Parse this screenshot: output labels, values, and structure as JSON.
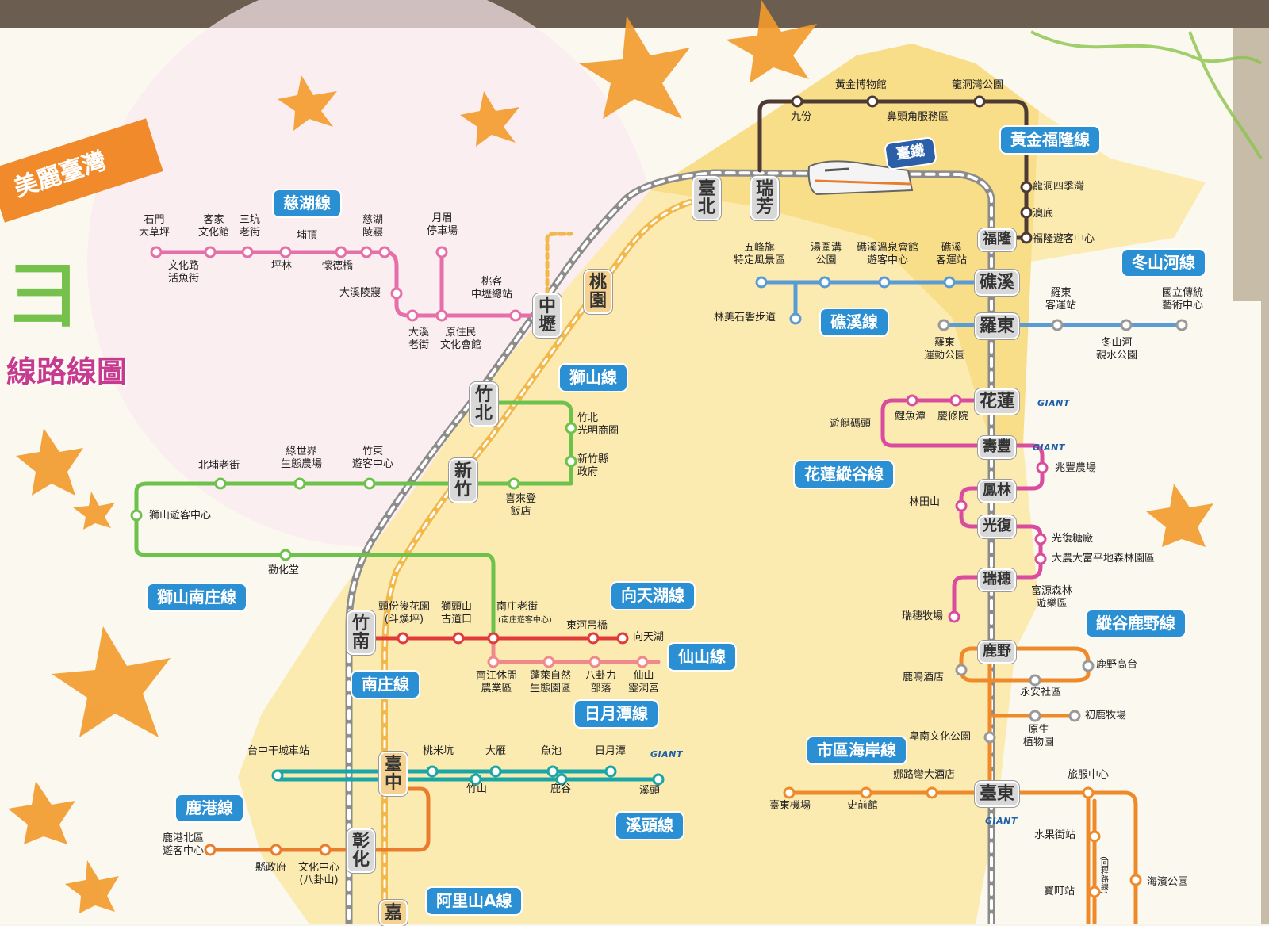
{
  "title": {
    "line1": "美麗臺灣",
    "line3": "線路線圖"
  },
  "tra_badge": "臺鐵",
  "giant_brand": "GIANT",
  "colors": {
    "rail": "#9a9a9a",
    "hsr": "#f2b84b",
    "cihu": "#e56fa9",
    "shishan": "#6cc24a",
    "nanzhuang": "#e03b3b",
    "xianshan": "#f08a8a",
    "sun_moon": "#1aa6a6",
    "lukang": "#e87d2e",
    "golden": "#4d3a33",
    "jiaoxi": "#5b9bd5",
    "hualien": "#d94c9e",
    "taitung": "#ef8a2b",
    "bubble": "#2a8fd3"
  },
  "route_names": {
    "cihu": "慈湖線",
    "shishan": "獅山線",
    "shishan_nanzhuang": "獅山南庄線",
    "xiangtianhu": "向天湖線",
    "xianshan": "仙山線",
    "nanzhuang": "南庄線",
    "sun_moon": "日月潭線",
    "xitou": "溪頭線",
    "lukang": "鹿港線",
    "alishan": "阿里山A線",
    "golden": "黃金福隆線",
    "jiaoxi": "礁溪線",
    "dongshan": "冬山河線",
    "hualien": "花蓮縱谷線",
    "luye": "縱谷鹿野線",
    "city_coast": "市區海岸線"
  },
  "rail_stations": {
    "taipei": "臺北",
    "ruifang": "瑞芳",
    "fulong": "福隆",
    "jiaoxi": "礁溪",
    "luodong": "羅東",
    "hualien": "花蓮",
    "shoufeng": "壽豐",
    "fenglin": "鳳林",
    "guangfu": "光復",
    "ruisui": "瑞穗",
    "luye": "鹿野",
    "taitung": "臺東",
    "zhongli": "中壢",
    "taoyuan": "桃園",
    "zhubei": "竹北",
    "hsinchu": "新竹",
    "zhunan": "竹南",
    "taichung": "臺中",
    "changhua": "彰化",
    "chiayi": "嘉"
  },
  "stops": {
    "cihu": [
      "石門\n大草坪",
      "客家\n文化館",
      "三坑\n老街",
      "慈湖\n陵寢",
      "文化路\n活魚街",
      "埔頂",
      "坪林",
      "懷德橋",
      "大溪陵寢",
      "大溪\n老街",
      "原住民\n文化會館",
      "月眉\n停車場",
      "桃客\n中壢總站"
    ],
    "shishan": [
      "北埔老街",
      "綠世界\n生態農場",
      "竹東\n遊客中心",
      "竹北\n光明商圈",
      "新竹縣\n政府",
      "喜來登\n飯店",
      "獅山遊客中心",
      "勸化堂"
    ],
    "nanzhuang": [
      "頭份後花園\n(斗煥坪)",
      "獅頭山\n古道口",
      "南庄老街",
      "(南庄遊客中心)",
      "東河吊橋",
      "向天湖"
    ],
    "xianshan": [
      "南江休閒\n農業區",
      "蓬萊自然\n生態園區",
      "八卦力\n部落",
      "仙山\n靈洞宮"
    ],
    "sun_moon": [
      "台中干城車站",
      "桃米坑",
      "大雁",
      "魚池",
      "日月潭",
      "竹山",
      "鹿谷",
      "溪頭"
    ],
    "lukang": [
      "鹿港北區\n遊客中心",
      "縣政府",
      "文化中心\n(八卦山)"
    ],
    "golden": [
      "黃金博物館",
      "龍洞灣公園",
      "九份",
      "鼻頭角服務區",
      "龍洞四季灣",
      "澳底",
      "福隆遊客中心"
    ],
    "jiaoxi": [
      "五峰旗\n特定風景區",
      "湯圍溝\n公園",
      "礁溪溫泉會館\n遊客中心",
      "礁溪\n客運站",
      "林美石磐步道"
    ],
    "dongshan": [
      "羅東\n客運站",
      "國立傳統\n藝術中心",
      "羅東\n運動公園",
      "冬山河\n親水公園"
    ],
    "hualien": [
      "遊艇碼頭",
      "鯉魚潭",
      "慶修院",
      "兆豐農場",
      "林田山",
      "光復糖廠",
      "大農大富平地森林園區",
      "富源森林\n遊樂區",
      "瑞穗牧場"
    ],
    "luye": [
      "鹿野高台",
      "鹿鳴酒店",
      "永安社區",
      "初鹿牧場",
      "卑南文化公園",
      "原生\n植物園"
    ],
    "taitung": [
      "臺東機場",
      "史前館",
      "娜路彎大酒店",
      "旅服中心",
      "水果街站",
      "寶町站",
      "海濱公園",
      "(回程路線)"
    ]
  }
}
